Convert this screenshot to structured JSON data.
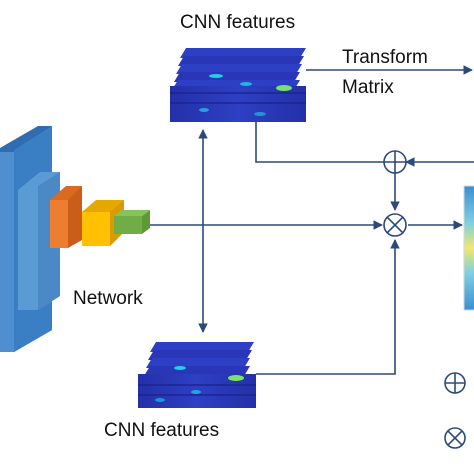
{
  "labels": {
    "cnn_features_top": "CNN features",
    "transform": "Transform",
    "matrix": "Matrix",
    "network": "Network",
    "cnn_features_bottom": "CNN features"
  },
  "colors": {
    "line": "#2b4a7a",
    "network_dark": "#3a7fc4",
    "network_light": "#5b9bd5",
    "orange_block": "#ed7d31",
    "yellow_block": "#ffc000",
    "green_block": "#70ad47",
    "feature_blue": "#2a36b8",
    "feature_cyan": "#1fd1e6",
    "feature_green": "#7be36a"
  },
  "icons": [
    "network-block-icon",
    "feature-map-stack-icon",
    "add-operator-icon",
    "multiply-operator-icon",
    "heatmap-output-icon"
  ]
}
